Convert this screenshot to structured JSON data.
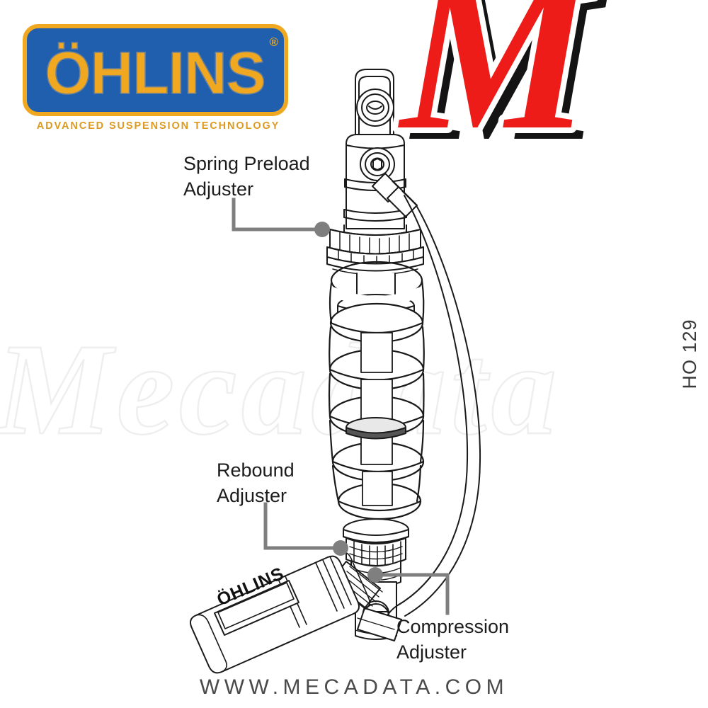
{
  "brand": {
    "ohlins": {
      "name": "ÖHLINS",
      "registered": "®",
      "tagline": "ADVANCED SUSPENSION TECHNOLOGY",
      "plate_color": "#1f5fae",
      "letter_color": "#f0a820",
      "tagline_color": "#dd9a20"
    },
    "mecadata_mark": {
      "letter": "M",
      "fill_color": "#ee1c18",
      "shadow_color": "#141414"
    }
  },
  "watermark": {
    "text": "Mecadata",
    "color": "#efefef"
  },
  "callouts": {
    "spring_preload": {
      "line1": "Spring Preload",
      "line2": "Adjuster"
    },
    "rebound": {
      "line1": "Rebound",
      "line2": "Adjuster"
    },
    "compression": {
      "line1": "Compression",
      "line2": "Adjuster"
    },
    "leader_color": "#7f7f7f"
  },
  "product": {
    "code": "HO 129",
    "reservoir_badge": "ÖHLINS"
  },
  "footer": {
    "url": "WWW.MECADATA.COM",
    "color": "#4a4a4a"
  },
  "icons": {
    "shock_absorber": "shock-absorber-diagram",
    "coil_spring": "coil-spring-icon",
    "reservoir": "reservoir-icon",
    "hose": "hydraulic-hose-icon"
  }
}
